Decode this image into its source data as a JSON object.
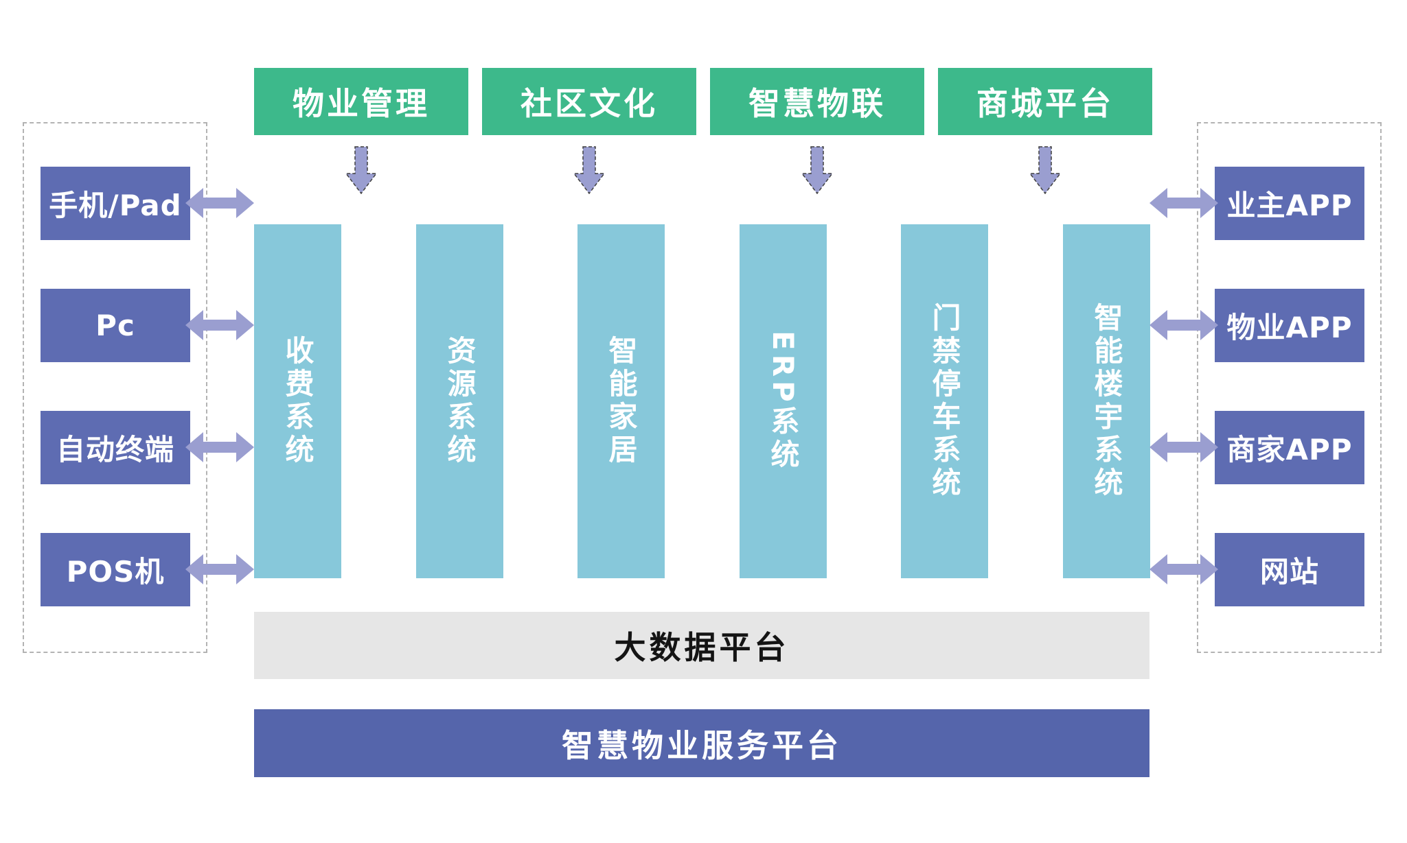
{
  "top_modules": [
    "物业管理",
    "社区文化",
    "智慧物联",
    "商城平台"
  ],
  "left_terminals": [
    "手机/Pad",
    "Pc",
    "自动终端",
    "POS机"
  ],
  "right_channels": [
    "业主APP",
    "物业APP",
    "商家APP",
    "网站"
  ],
  "core_systems": [
    "收费系统",
    "资源系统",
    "智能家居",
    "ERP系统",
    "门禁停车系统",
    "智能楼宇系统"
  ],
  "bottom_bars": {
    "big_data": "大数据平台",
    "service_platform": "智慧物业服务平台"
  },
  "colors": {
    "module_green": "#3db98b",
    "side_box_indigo": "#5e6cb2",
    "system_teal": "#87c8da",
    "arrow_purple": "#9a9ed0",
    "big_data_gray": "#e6e6e6",
    "service_platform_purple": "#5565ab",
    "dashed_frame_gray": "#b3b3b3"
  }
}
